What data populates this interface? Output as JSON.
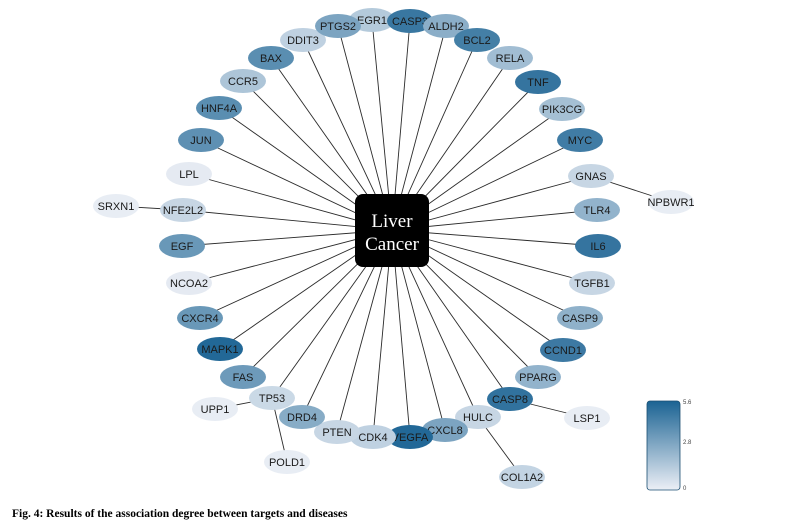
{
  "center": {
    "line1": "Liver",
    "line2": "Cancer"
  },
  "nodes": [
    {
      "label": "EGR1",
      "score": 1.5
    },
    {
      "label": "CASP3",
      "score": 4.8
    },
    {
      "label": "ALDH2",
      "score": 2.6
    },
    {
      "label": "BCL2",
      "score": 4.5
    },
    {
      "label": "RELA",
      "score": 2.0
    },
    {
      "label": "TNF",
      "score": 4.9
    },
    {
      "label": "PIK3CG",
      "score": 1.9
    },
    {
      "label": "MYC",
      "score": 4.6
    },
    {
      "label": "GNAS",
      "score": 1.0
    },
    {
      "label": "TLR4",
      "score": 2.4
    },
    {
      "label": "IL6",
      "score": 4.9
    },
    {
      "label": "TGFB1",
      "score": 1.0
    },
    {
      "label": "CASP9",
      "score": 2.5
    },
    {
      "label": "CCND1",
      "score": 4.7
    },
    {
      "label": "PPARG",
      "score": 2.4
    },
    {
      "label": "CASP8",
      "score": 5.0
    },
    {
      "label": "HULC",
      "score": 1.0
    },
    {
      "label": "CXCL8",
      "score": 3.0
    },
    {
      "label": "VEGFA",
      "score": 5.4
    },
    {
      "label": "CDK4",
      "score": 1.2
    },
    {
      "label": "PTEN",
      "score": 1.0
    },
    {
      "label": "DRD4",
      "score": 2.7
    },
    {
      "label": "TP53",
      "score": 0.9
    },
    {
      "label": "FAS",
      "score": 3.4
    },
    {
      "label": "MAPK1",
      "score": 5.4
    },
    {
      "label": "CXCR4",
      "score": 3.5
    },
    {
      "label": "NCOA2",
      "score": 0.2
    },
    {
      "label": "EGF",
      "score": 3.5
    },
    {
      "label": "NFE2L2",
      "score": 1.0
    },
    {
      "label": "LPL",
      "score": 0.2
    },
    {
      "label": "JUN",
      "score": 3.8
    },
    {
      "label": "HNF4A",
      "score": 3.9
    },
    {
      "label": "CCR5",
      "score": 1.7
    },
    {
      "label": "BAX",
      "score": 3.9
    },
    {
      "label": "DDIT3",
      "score": 1.2
    },
    {
      "label": "PTGS2",
      "score": 3.0
    }
  ],
  "satellites": [
    {
      "label": "SRXN1",
      "attached_to": "NFE2L2",
      "score": 0.1
    },
    {
      "label": "NPBWR1",
      "attached_to": "GNAS",
      "score": 0.1
    },
    {
      "label": "LSP1",
      "attached_to": "CASP8",
      "score": 0.1
    },
    {
      "label": "COL1A2",
      "attached_to": "HULC",
      "score": 1.1
    },
    {
      "label": "UPP1",
      "attached_to": "TP53",
      "score": 0.1
    },
    {
      "label": "POLD1",
      "attached_to": "TP53",
      "score": 0.1
    }
  ],
  "scale": {
    "max_label": "5.6",
    "mid_label": "2.8",
    "min_label": "0",
    "low_color": "#eceff6",
    "high_color": "#1b6393"
  },
  "colors": {
    "edge": "#2b2b2b",
    "center_fill": "#000000"
  },
  "caption": "Fig. 4: Results of the association degree between targets and diseases"
}
